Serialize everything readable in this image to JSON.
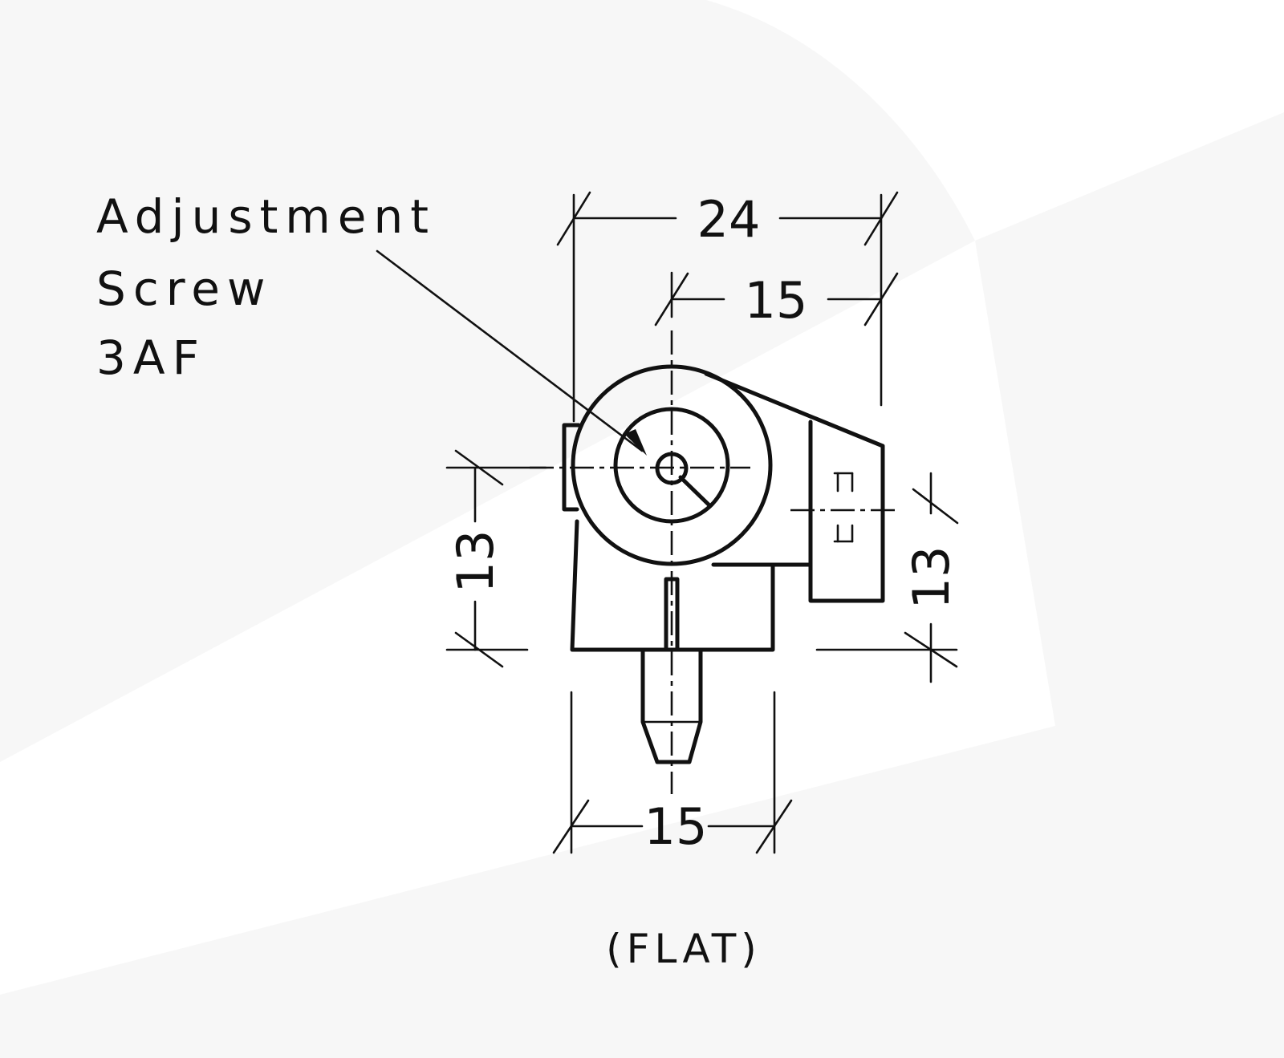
{
  "callout": {
    "line1": "Adjustment",
    "line2": "Screw",
    "line3": "3AF"
  },
  "dimensions": {
    "overall_width": "24",
    "offset_width": "15",
    "base_width": "15",
    "left_height": "13",
    "right_height": "13"
  },
  "caption": "(FLAT)",
  "colors": {
    "ink": "#111111",
    "background": "#ffffff",
    "watermark": "#f7f7f7"
  }
}
